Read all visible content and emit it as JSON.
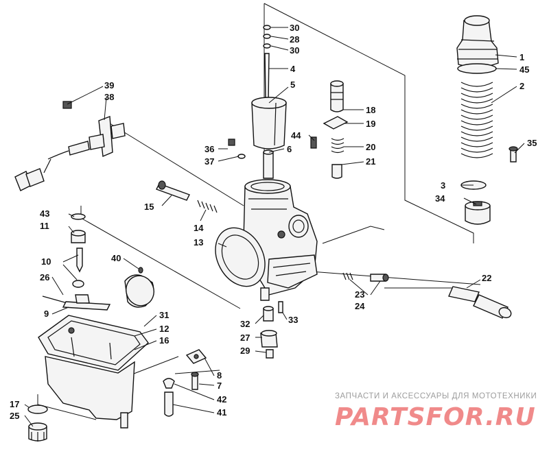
{
  "diagram": {
    "callouts": [
      {
        "id": "c1",
        "text": "1"
      },
      {
        "id": "c45",
        "text": "45"
      },
      {
        "id": "c2",
        "text": "2"
      },
      {
        "id": "c35",
        "text": "35"
      },
      {
        "id": "c3",
        "text": "3"
      },
      {
        "id": "c34",
        "text": "34"
      },
      {
        "id": "c30a",
        "text": "30"
      },
      {
        "id": "c28",
        "text": "28"
      },
      {
        "id": "c30b",
        "text": "30"
      },
      {
        "id": "c4",
        "text": "4"
      },
      {
        "id": "c5",
        "text": "5"
      },
      {
        "id": "c18",
        "text": "18"
      },
      {
        "id": "c19",
        "text": "19"
      },
      {
        "id": "c44",
        "text": "44"
      },
      {
        "id": "c20",
        "text": "20"
      },
      {
        "id": "c21",
        "text": "21"
      },
      {
        "id": "c36",
        "text": "36"
      },
      {
        "id": "c6",
        "text": "6"
      },
      {
        "id": "c37",
        "text": "37"
      },
      {
        "id": "c39",
        "text": "39"
      },
      {
        "id": "c38",
        "text": "38"
      },
      {
        "id": "c15",
        "text": "15"
      },
      {
        "id": "c14",
        "text": "14"
      },
      {
        "id": "c13",
        "text": "13"
      },
      {
        "id": "c43",
        "text": "43"
      },
      {
        "id": "c11",
        "text": "11"
      },
      {
        "id": "c10",
        "text": "10"
      },
      {
        "id": "c40",
        "text": "40"
      },
      {
        "id": "c26",
        "text": "26"
      },
      {
        "id": "c9",
        "text": "9"
      },
      {
        "id": "c31",
        "text": "31"
      },
      {
        "id": "c12",
        "text": "12"
      },
      {
        "id": "c16",
        "text": "16"
      },
      {
        "id": "c22",
        "text": "22"
      },
      {
        "id": "c23",
        "text": "23"
      },
      {
        "id": "c24",
        "text": "24"
      },
      {
        "id": "c32",
        "text": "32"
      },
      {
        "id": "c33",
        "text": "33"
      },
      {
        "id": "c27",
        "text": "27"
      },
      {
        "id": "c29",
        "text": "29"
      },
      {
        "id": "c8",
        "text": "8"
      },
      {
        "id": "c7",
        "text": "7"
      },
      {
        "id": "c42",
        "text": "42"
      },
      {
        "id": "c41",
        "text": "41"
      },
      {
        "id": "c17",
        "text": "17"
      },
      {
        "id": "c25",
        "text": "25"
      }
    ]
  },
  "watermark": {
    "caption": "ЗАПЧАСТИ И АКСЕССУАРЫ ДЛЯ МОТОТЕХНИКИ",
    "logo": "PARTSFOR.RU",
    "color": "#f08a8a"
  }
}
